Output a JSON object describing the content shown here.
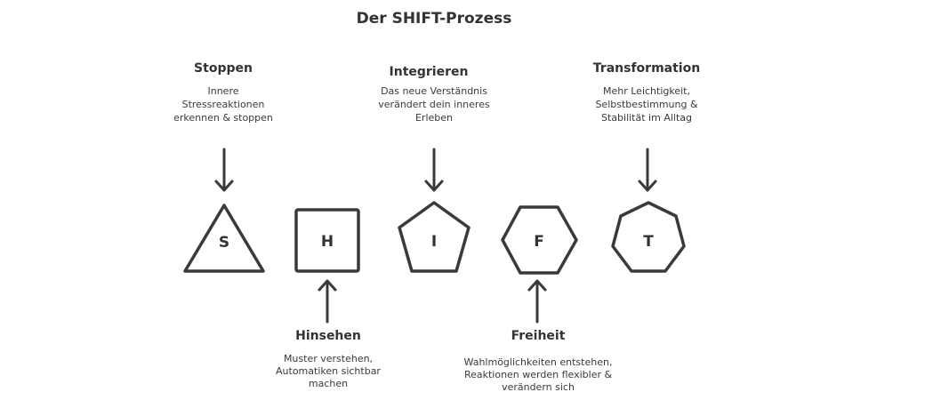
{
  "title": "Der SHIFT-Prozess",
  "steps": [
    {
      "letter": "S",
      "heading": "Stoppen",
      "lines": [
        "Innere",
        "Stressreaktionen",
        "erkennen & stoppen"
      ]
    },
    {
      "letter": "H",
      "heading": "Hinsehen",
      "lines": [
        "Muster verstehen,",
        "Automatiken sichtbar",
        "machen"
      ]
    },
    {
      "letter": "I",
      "heading": "Integrieren",
      "lines": [
        "Das neue Verständnis",
        "verändert dein inneres",
        "Erleben"
      ]
    },
    {
      "letter": "F",
      "heading": "Freiheit",
      "lines": [
        "Wahlmöglichkeiten entstehen,",
        "Reaktionen werden flexibler &",
        "verändern sich"
      ]
    },
    {
      "letter": "T",
      "heading": "Transformation",
      "lines": [
        "Mehr Leichtigkeit,",
        "Selbstbestimmung &",
        "Stabilität im Alltag"
      ]
    }
  ]
}
